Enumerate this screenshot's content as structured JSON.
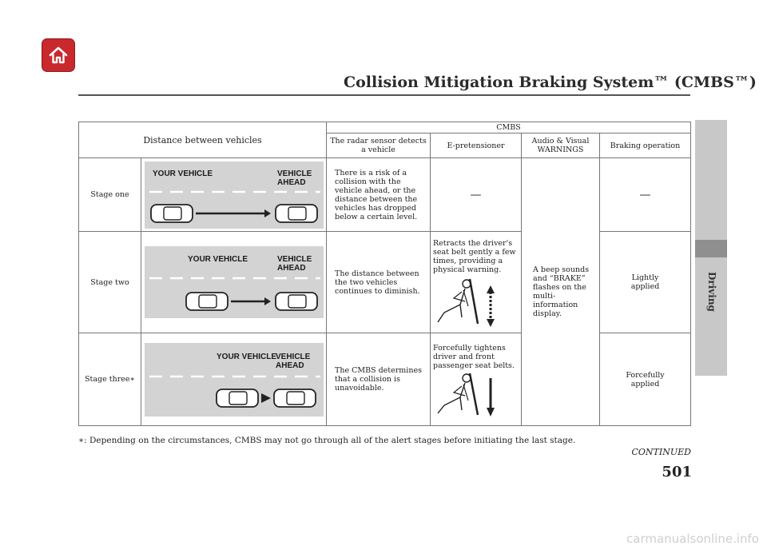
{
  "header": {
    "title": "Collision Mitigation Braking System™ (CMBS™)",
    "home_icon": "home-icon"
  },
  "sidebar": {
    "section": "Driving"
  },
  "table": {
    "col_distance": "Distance between vehicles",
    "col_cmbs": "CMBS",
    "sub_radar": "The radar sensor detects a vehicle",
    "sub_epret": "E-pretensioner",
    "sub_warn": "Audio & Visual WARNINGS",
    "sub_brake": "Braking operation",
    "your_vehicle": "YOUR VEHICLE",
    "vehicle_ahead": "VEHICLE AHEAD",
    "stages": [
      {
        "label": "Stage one",
        "radar": "There is a risk of a collision with the vehicle ahead, or the distance between the vehicles has dropped below a certain level.",
        "epret": "—",
        "brake": "—"
      },
      {
        "label": "Stage two",
        "radar": "The distance between the two vehicles continues to diminish.",
        "epret": "Retracts the driver's seat belt gently a few times, providing a physical warning.",
        "brake": "Lightly applied"
      },
      {
        "label": "Stage three∗",
        "radar": "The CMBS determines that a collision is unavoidable.",
        "epret": "Forcefully tightens driver and front passenger seat belts.",
        "brake": "Forcefully applied"
      }
    ],
    "warning": "A beep sounds and “BRAKE” flashes on the multi-information display."
  },
  "footnote": "∗: Depending on the circumstances, CMBS may not go through all of the alert stages before initiating the last stage.",
  "continued": "CONTINUED",
  "page_number": "501",
  "watermark": "carmanualsonline.info"
}
